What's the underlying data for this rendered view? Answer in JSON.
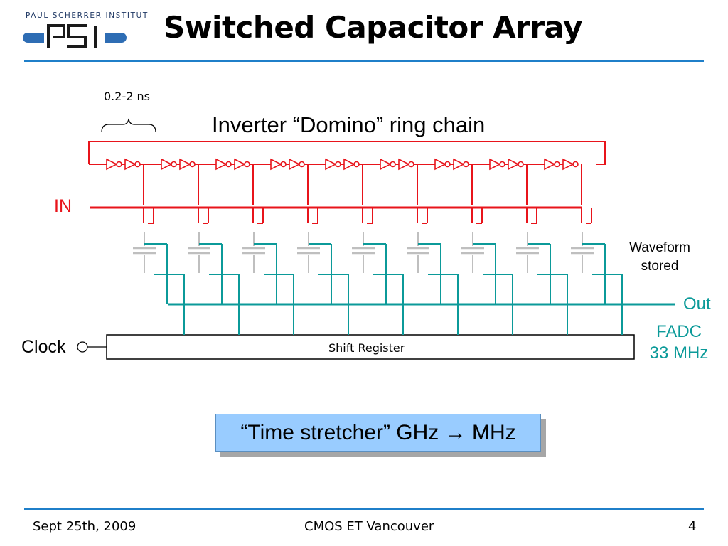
{
  "header": {
    "institute_name": "PAUL SCHERRER INSTITUT",
    "logo_text": "PSI",
    "title": "Switched Capacitor Array"
  },
  "diagram": {
    "delay_label": "0.2-2 ns",
    "chain_label": "Inverter “Domino” ring chain",
    "input_label": "IN",
    "clock_label": "Clock",
    "waveform_label_line1": "Waveform",
    "waveform_label_line2": "stored",
    "output_label": "Out",
    "fadc_label_line1": "FADC",
    "fadc_label_line2": "33 MHz",
    "shift_register_label": "Shift Register",
    "callout": "“Time stretcher” GHz → MHz",
    "cells": 9,
    "colors": {
      "domino": "#e8141b",
      "readout": "#0b9a99",
      "capacitor": "#bfbfbf",
      "callout_fill": "#99ccff",
      "rule": "#1f7fc9"
    }
  },
  "footer": {
    "date": "Sept 25th, 2009",
    "event": "CMOS ET Vancouver",
    "page_number": "4"
  }
}
